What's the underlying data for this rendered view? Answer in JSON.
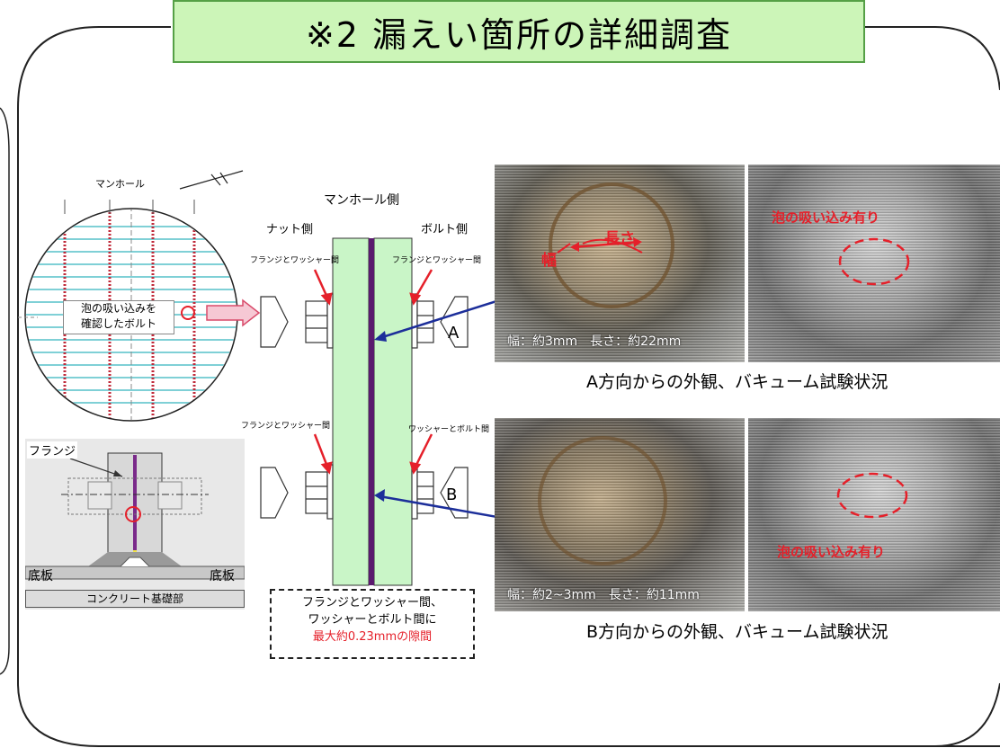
{
  "title": "※2 漏えい箇所の詳細調査",
  "manhole_view": {
    "top_label": "マンホール",
    "callout": [
      "泡の吸い込みを",
      "確認したボルト"
    ]
  },
  "cross_section": {
    "labels": {
      "flange": "フランジ",
      "base_plate_left": "底板",
      "base_plate_right": "底板",
      "foundation": "コンクリート基礎部"
    }
  },
  "flange_diagram": {
    "top_label": "マンホール側",
    "nut_side": "ナット側",
    "bolt_side": "ボルト側",
    "gap_upper_left": "フランジとワッシャー間",
    "gap_upper_right": "フランジとワッシャー間",
    "gap_lower_left": "フランジとワッシャー間",
    "gap_lower_right": "ワッシャーとボルト間",
    "arrow_a": "A",
    "arrow_b": "B"
  },
  "note": {
    "line1": "フランジとワッシャー間、",
    "line2": "ワッシャーとボルト間に",
    "line3": "最大約0.23mmの隙間"
  },
  "photos_a": {
    "width_label": "幅",
    "length_label": "長さ",
    "measure": "幅：約3mm　長さ：約22mm",
    "foam_label": "泡の吸い込み有り",
    "caption": "A方向からの外観、バキューム試験状況"
  },
  "photos_b": {
    "measure": "幅：約2~3mm　長さ：約11mm",
    "foam_label": "泡の吸い込み有り",
    "caption": "B方向からの外観、バキューム試験状況"
  },
  "colors": {
    "title_bg": "#ccf5b8",
    "flange_fill": "#c9f5c7",
    "gap_line": "#5a1a6e",
    "pointer_arrow": "#1c2e9a",
    "red": "#e5202a"
  }
}
